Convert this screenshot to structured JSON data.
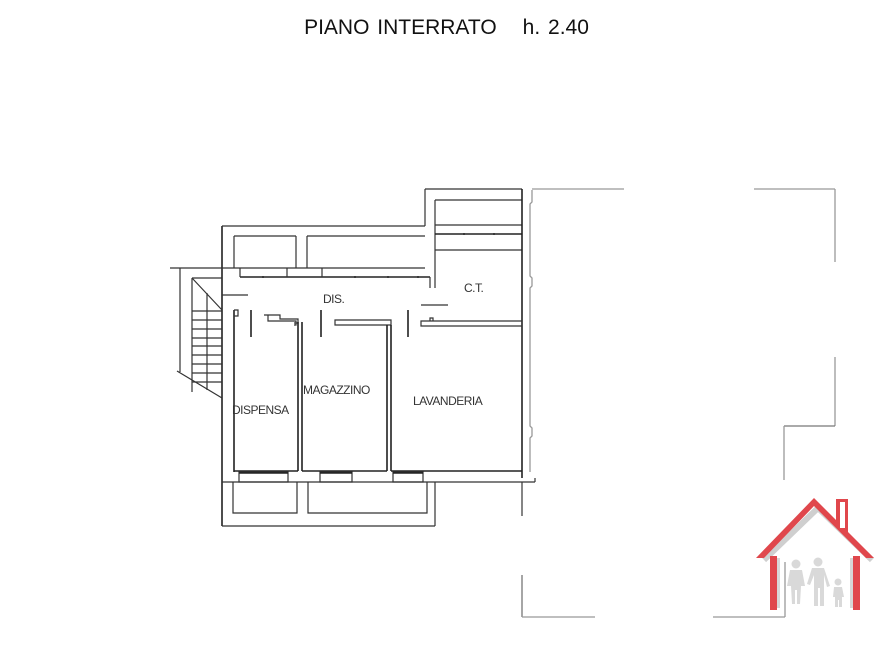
{
  "title": {
    "floor_name": "PIANO INTERRATO",
    "height": "h. 2.40"
  },
  "rooms": [
    {
      "id": "dis",
      "label": "DIS."
    },
    {
      "id": "ct",
      "label": "C.T."
    },
    {
      "id": "dispensa",
      "label": "DISPENSA"
    },
    {
      "id": "magazzino",
      "label": "MAGAZZINO"
    },
    {
      "id": "lavanderia",
      "label": "LAVANDERIA"
    }
  ],
  "logo": {
    "icon": "house-family-icon",
    "accent_color": "#e0474c",
    "figure_color": "#d9d9d9"
  }
}
